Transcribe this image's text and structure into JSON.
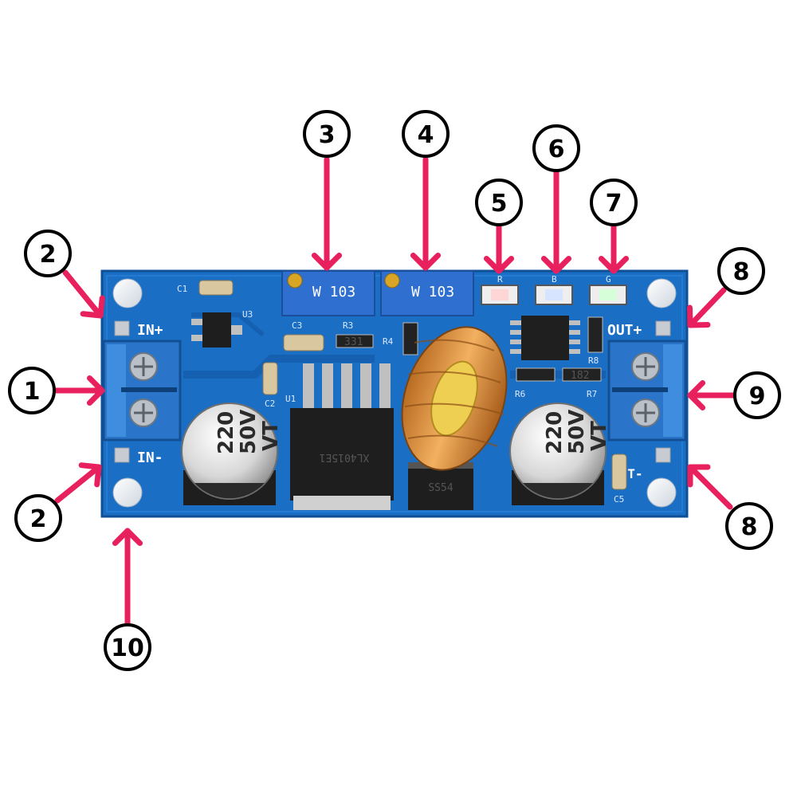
{
  "colors": {
    "callout_arrow": "#e8215e",
    "pcb": "#1a6fc4",
    "terminal": "#2a74c9"
  },
  "board_labels": {
    "in_plus": "IN+",
    "in_minus": "IN-",
    "out_plus": "OUT+",
    "out_minus": "OUT-",
    "c1": "C1",
    "c2": "C2",
    "c3": "C3",
    "c5": "C5",
    "u1": "U1",
    "u3": "U3",
    "r3": "R3",
    "r4": "R4",
    "r6": "R6",
    "r7": "R7",
    "r8": "R8",
    "led_r": "R",
    "led_b": "B",
    "led_g": "G",
    "pot": "W 103",
    "cap_line1": "220",
    "cap_line2": "50V",
    "cap_line3": "VT",
    "diode": "SS54",
    "ic_u1": "XL4015E1",
    "res_331": "331",
    "res_182": "182"
  },
  "callouts": [
    {
      "label": "1",
      "target": "input terminal block"
    },
    {
      "label": "2",
      "target": "IN+ pad"
    },
    {
      "label": "2",
      "target": "IN- pad"
    },
    {
      "label": "3",
      "target": "potentiometer 1"
    },
    {
      "label": "4",
      "target": "potentiometer 2"
    },
    {
      "label": "5",
      "target": "LED R"
    },
    {
      "label": "6",
      "target": "LED B"
    },
    {
      "label": "7",
      "target": "LED G"
    },
    {
      "label": "8",
      "target": "OUT+ pad"
    },
    {
      "label": "8",
      "target": "OUT- pad"
    },
    {
      "label": "9",
      "target": "output terminal block"
    },
    {
      "label": "10",
      "target": "board edge"
    }
  ]
}
